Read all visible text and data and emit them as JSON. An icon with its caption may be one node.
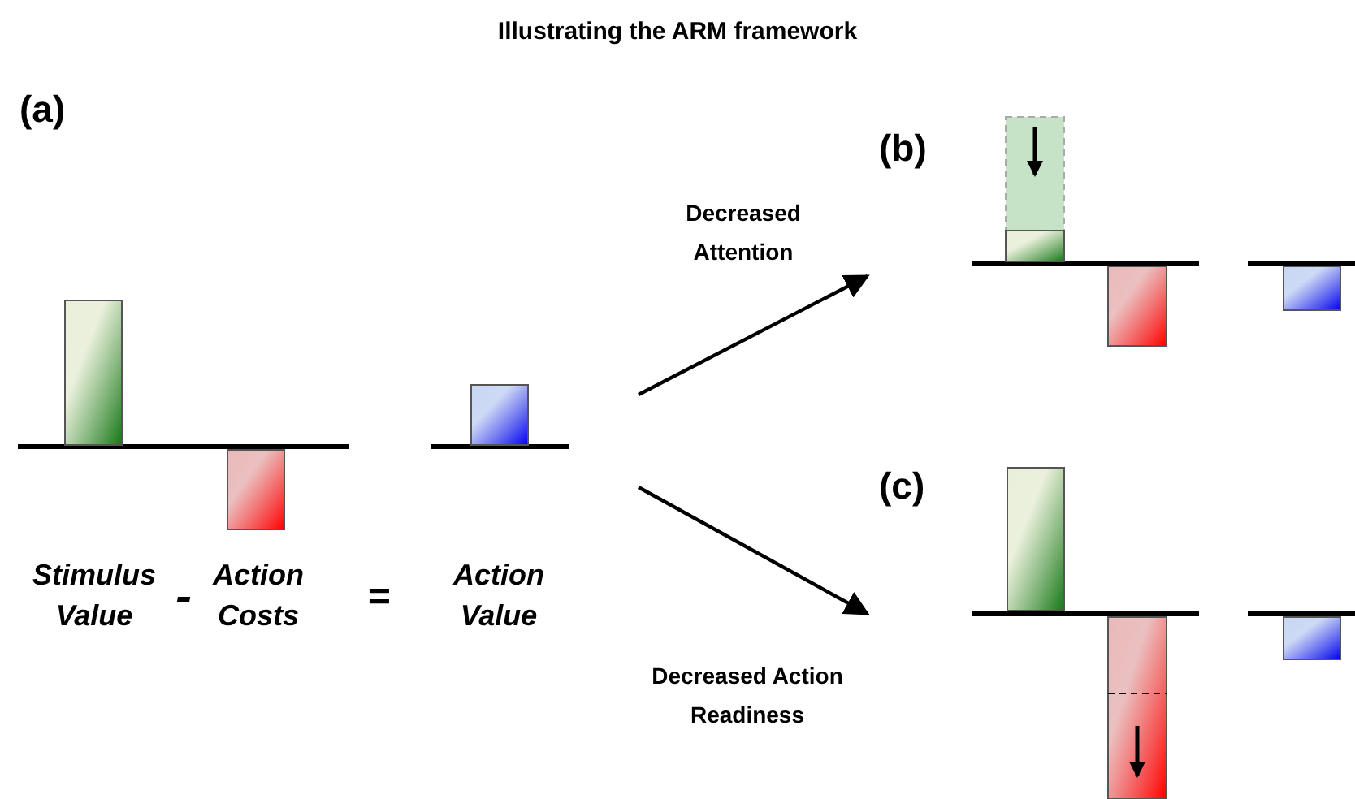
{
  "diagram": {
    "title": "Illustrating the ARM framework",
    "nodes": [
      {
        "text": [
          "(a)"
        ]
      },
      {
        "text": [
          "(b)"
        ]
      },
      {
        "text": [
          "(c)"
        ]
      }
    ],
    "edges": [
      {
        "from": 0,
        "to": 1,
        "arrow": "to",
        "label": "Decreased Attention"
      },
      {
        "from": 0,
        "to": 2,
        "arrow": "to",
        "label": "Decreased Action Readiness"
      }
    ],
    "labels": [
      "Stimulus Value",
      "-",
      "Action Costs",
      "=",
      "Action Value"
    ]
  }
}
